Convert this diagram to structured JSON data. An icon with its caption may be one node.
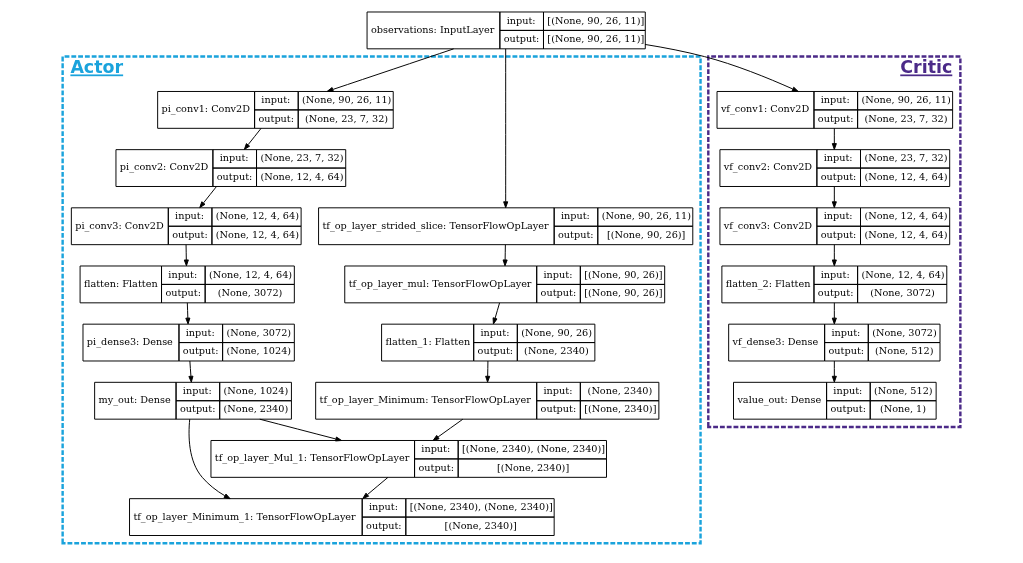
{
  "diagram": {
    "nodes": [
      {
        "text": [
          "observations: InputLayer",
          "input:",
          "[(None, 90, 26, 11)]",
          "output:",
          "[(None, 90, 26, 11)]"
        ]
      },
      {
        "text": [
          "Actor"
        ]
      },
      {
        "text": [
          "pi_conv1: Conv2D",
          "input:",
          "(None, 90, 26, 11)",
          "output:",
          "(None, 23, 7, 32)"
        ],
        "in": 1
      },
      {
        "text": [
          "pi_conv2: Conv2D",
          "input:",
          "(None, 23, 7, 32)",
          "output:",
          "(None, 12, 4, 64)"
        ],
        "in": 1
      },
      {
        "text": [
          "pi_conv3: Conv2D",
          "input:",
          "(None, 12, 4, 64)",
          "output:",
          "(None, 12, 4, 64)"
        ],
        "in": 1
      },
      {
        "text": [
          "flatten: Flatten",
          "input:",
          "(None, 12, 4, 64)",
          "output:",
          "(None, 3072)"
        ],
        "in": 1
      },
      {
        "text": [
          "pi_dense3: Dense",
          "input:",
          "(None, 3072)",
          "output:",
          "(None, 1024)"
        ],
        "in": 1
      },
      {
        "text": [
          "my_out: Dense",
          "input:",
          "(None, 1024)",
          "output:",
          "(None, 2340)"
        ],
        "in": 1
      },
      {
        "text": [
          "tf_op_layer_strided_slice: TensorFlowOpLayer",
          "input:",
          "(None, 90, 26, 11)",
          "output:",
          "[(None, 90, 26)]"
        ],
        "in": 1
      },
      {
        "text": [
          "tf_op_layer_mul: TensorFlowOpLayer",
          "input:",
          "[(None, 90, 26)]",
          "output:",
          "[(None, 90, 26)]"
        ],
        "in": 1
      },
      {
        "text": [
          "flatten_1: Flatten",
          "input:",
          "(None, 90, 26)",
          "output:",
          "(None, 2340)"
        ],
        "in": 1
      },
      {
        "text": [
          "tf_op_layer_Minimum: TensorFlowOpLayer",
          "input:",
          "(None, 2340)",
          "output:",
          "[(None, 2340)]"
        ],
        "in": 1
      },
      {
        "text": [
          "tf_op_layer_Mul_1: TensorFlowOpLayer",
          "input:",
          "[(None, 2340), (None, 2340)]",
          "output:",
          "[(None, 2340)]"
        ],
        "in": 1
      },
      {
        "text": [
          "tf_op_layer_Minimum_1: TensorFlowOpLayer",
          "input:",
          "[(None, 2340), (None, 2340)]",
          "output:",
          "[(None, 2340)]"
        ],
        "in": 1
      },
      {
        "text": [
          "Critic"
        ]
      },
      {
        "text": [
          "vf_conv1: Conv2D",
          "input:",
          "(None, 90, 26, 11)",
          "output:",
          "(None, 23, 7, 32)"
        ],
        "in": 14
      },
      {
        "text": [
          "vf_conv2: Conv2D",
          "input:",
          "(None, 23, 7, 32)",
          "output:",
          "(None, 12, 4, 64)"
        ],
        "in": 14
      },
      {
        "text": [
          "vf_conv3: Conv2D",
          "input:",
          "(None, 12, 4, 64)",
          "output:",
          "(None, 12, 4, 64)"
        ],
        "in": 14
      },
      {
        "text": [
          "flatten_2: Flatten",
          "input:",
          "(None, 12, 4, 64)",
          "output:",
          "(None, 3072)"
        ],
        "in": 14
      },
      {
        "text": [
          "vf_dense3: Dense",
          "input:",
          "(None, 3072)",
          "output:",
          "(None, 512)"
        ],
        "in": 14
      },
      {
        "text": [
          "value_out: Dense",
          "input:",
          "(None, 512)",
          "output:",
          "(None, 1)"
        ],
        "in": 14
      }
    ],
    "edges": [
      {
        "from": 0,
        "to": 2,
        "arrow": "to"
      },
      {
        "from": 0,
        "to": 8,
        "arrow": "to"
      },
      {
        "from": 0,
        "to": 15,
        "arrow": "to"
      },
      {
        "from": 2,
        "to": 3,
        "arrow": "to"
      },
      {
        "from": 3,
        "to": 4,
        "arrow": "to"
      },
      {
        "from": 4,
        "to": 5,
        "arrow": "to"
      },
      {
        "from": 5,
        "to": 6,
        "arrow": "to"
      },
      {
        "from": 6,
        "to": 7,
        "arrow": "to"
      },
      {
        "from": 8,
        "to": 9,
        "arrow": "to"
      },
      {
        "from": 9,
        "to": 10,
        "arrow": "to"
      },
      {
        "from": 10,
        "to": 11,
        "arrow": "to"
      },
      {
        "from": 7,
        "to": 12,
        "arrow": "to"
      },
      {
        "from": 11,
        "to": 12,
        "arrow": "to"
      },
      {
        "from": 7,
        "to": 13,
        "arrow": "to"
      },
      {
        "from": 12,
        "to": 13,
        "arrow": "to"
      },
      {
        "from": 15,
        "to": 16,
        "arrow": "to"
      },
      {
        "from": 16,
        "to": 17,
        "arrow": "to"
      },
      {
        "from": 17,
        "to": 18,
        "arrow": "to"
      },
      {
        "from": 18,
        "to": 19,
        "arrow": "to"
      },
      {
        "from": 19,
        "to": 20,
        "arrow": "to"
      }
    ]
  }
}
